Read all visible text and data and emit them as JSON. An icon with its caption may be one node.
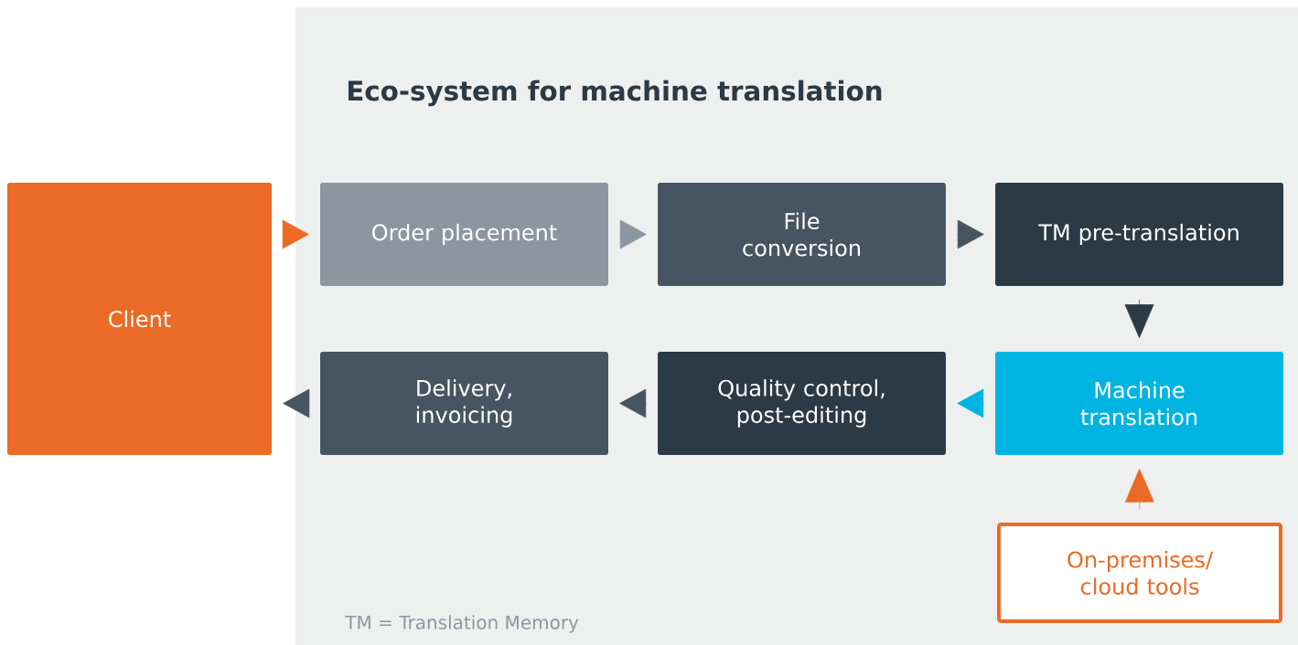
{
  "diagram": {
    "nodes": [
      {
        "text": [
          "Eco-system for machine translation",
          "TM = Translation Memory"
        ]
      },
      {
        "text": [
          "Client"
        ]
      },
      {
        "text": [
          "Order placement"
        ],
        "in": 0
      },
      {
        "text": [
          "File conversion"
        ],
        "in": 0
      },
      {
        "text": [
          "TM pre-translation"
        ],
        "in": 0
      },
      {
        "text": [
          "Machine translation"
        ],
        "in": 0
      },
      {
        "text": [
          "Quality control, post-editing"
        ],
        "in": 0
      },
      {
        "text": [
          "Delivery, invoicing"
        ],
        "in": 0
      },
      {
        "text": [
          "On-premises/ cloud tools"
        ],
        "in": 0
      }
    ],
    "edges": [
      {
        "from": 1,
        "to": 2,
        "arrow": "to",
        "color": "#eb6a25"
      },
      {
        "from": 2,
        "to": 3,
        "arrow": "to",
        "color": "#8c96a0"
      },
      {
        "from": 3,
        "to": 4,
        "arrow": "to"
      },
      {
        "from": 4,
        "to": 5,
        "arrow": "to",
        "color": "#2c3a46"
      },
      {
        "from": 5,
        "to": 6,
        "arrow": "to",
        "color": "#00b4e1"
      },
      {
        "from": 6,
        "to": 7,
        "arrow": "to"
      },
      {
        "from": 7,
        "to": 1,
        "arrow": "to"
      },
      {
        "from": 8,
        "to": 5,
        "arrow": "to",
        "color": "#eb6a25"
      }
    ]
  }
}
